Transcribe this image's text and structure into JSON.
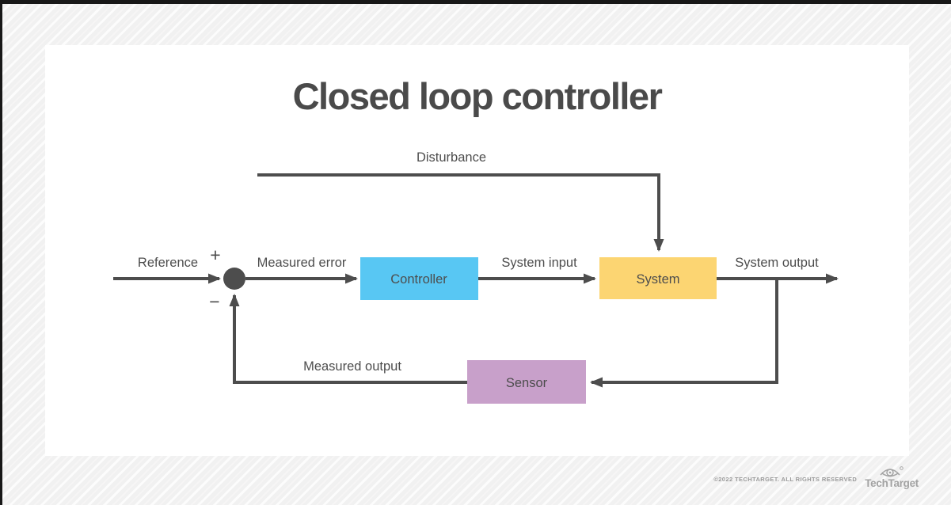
{
  "page": {
    "title": "Closed loop controller"
  },
  "diagram": {
    "nodes": {
      "controller": {
        "label": "Controller",
        "fill": "#58c7f3"
      },
      "system": {
        "label": "System",
        "fill": "#fcd572"
      },
      "sensor": {
        "label": "Sensor",
        "fill": "#c8a0ca"
      }
    },
    "labels": {
      "disturbance": "Disturbance",
      "reference": "Reference",
      "measured_error": "Measured error",
      "system_input": "System input",
      "system_output": "System output",
      "measured_output": "Measured output",
      "plus": "+",
      "minus": "−"
    },
    "colors": {
      "line": "#4d4d4d",
      "junction": "#4d4d4d"
    }
  },
  "footer": {
    "copyright": "©2022 TECHTARGET. ALL RIGHTS RESERVED",
    "brand": "TechTarget"
  }
}
